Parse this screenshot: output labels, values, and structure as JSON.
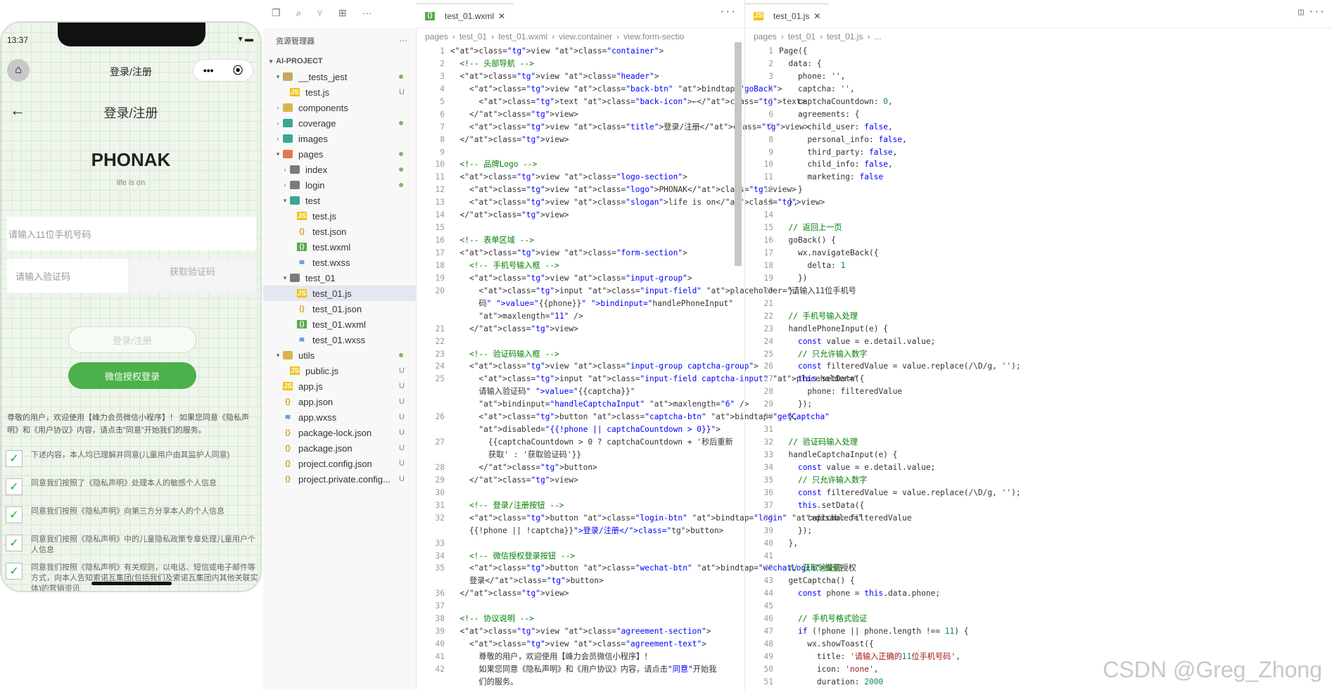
{
  "phone": {
    "time": "13:37",
    "nav_title": "登录/注册",
    "capsule_more": "•••",
    "capsule_close": "⦿",
    "back": "←",
    "page_title": "登录/注册",
    "logo": "PHONAK",
    "slogan": "life is on",
    "phone_placeholder": "请输入11位手机号码",
    "captcha_placeholder": "请输入验证码",
    "captcha_btn": "获取验证码",
    "login_btn": "登录/注册",
    "wechat_btn": "微信授权登录",
    "agreement": "尊敬的用户，欢迎使用【峰力会员微信小程序】！ 如果您同意《隐私声明》和《用户协议》内容，请点击\"同意\"开始我们的服务。",
    "items": [
      "下述内容，本人均已理解并同意(儿童用户由其监护人同意)",
      "同意我们按照了《隐私声明》处理本人的敏感个人信息",
      "同意我们按照《隐私声明》向第三方分享本人的个人信息",
      "同意我们按照《隐私声明》中的儿童隐私政策专章处理儿童用户个人信息",
      "同意我们按照《隐私声明》有关规则，以电话、短信或电子邮件等方式，向本人告知索诺瓦集团(包括我们及索诺瓦集团内其他关联实体)的营销资讯"
    ]
  },
  "explorer": {
    "title": "资源管理器",
    "more": "···",
    "project": "AI-PROJECT",
    "rows": [
      {
        "name": "__tests_jest",
        "type": "fold",
        "tw": "▾",
        "indent": 1,
        "stat": "dot"
      },
      {
        "name": "test.js",
        "type": "js",
        "tw": "",
        "indent": 2,
        "stat": "U"
      },
      {
        "name": "components",
        "type": "fold y",
        "tw": "›",
        "indent": 1,
        "stat": ""
      },
      {
        "name": "coverage",
        "type": "fold t",
        "tw": "›",
        "indent": 1,
        "stat": "dot"
      },
      {
        "name": "images",
        "type": "fold t",
        "tw": "›",
        "indent": 1,
        "stat": ""
      },
      {
        "name": "pages",
        "type": "fold o",
        "tw": "▾",
        "indent": 1,
        "stat": "dot"
      },
      {
        "name": "index",
        "type": "fold g",
        "tw": "›",
        "indent": 2,
        "stat": "dot"
      },
      {
        "name": "login",
        "type": "fold g",
        "tw": "›",
        "indent": 2,
        "stat": "dot"
      },
      {
        "name": "test",
        "type": "fold t",
        "tw": "▾",
        "indent": 2,
        "stat": ""
      },
      {
        "name": "test.js",
        "type": "js",
        "tw": "",
        "indent": 3,
        "stat": ""
      },
      {
        "name": "test.json",
        "type": "json",
        "tw": "",
        "indent": 3,
        "stat": ""
      },
      {
        "name": "test.wxml",
        "type": "wxml",
        "tw": "",
        "indent": 3,
        "stat": ""
      },
      {
        "name": "test.wxss",
        "type": "wxss",
        "tw": "",
        "indent": 3,
        "stat": ""
      },
      {
        "name": "test_01",
        "type": "fold g",
        "tw": "▾",
        "indent": 2,
        "stat": ""
      },
      {
        "name": "test_01.js",
        "type": "js",
        "tw": "",
        "indent": 3,
        "stat": "",
        "sel": true
      },
      {
        "name": "test_01.json",
        "type": "json",
        "tw": "",
        "indent": 3,
        "stat": ""
      },
      {
        "name": "test_01.wxml",
        "type": "wxml",
        "tw": "",
        "indent": 3,
        "stat": ""
      },
      {
        "name": "test_01.wxss",
        "type": "wxss",
        "tw": "",
        "indent": 3,
        "stat": ""
      },
      {
        "name": "utils",
        "type": "fold y",
        "tw": "▾",
        "indent": 1,
        "stat": "dot"
      },
      {
        "name": "public.js",
        "type": "js",
        "tw": "",
        "indent": 2,
        "stat": "U"
      },
      {
        "name": "app.js",
        "type": "js",
        "tw": "",
        "indent": 1,
        "stat": "U"
      },
      {
        "name": "app.json",
        "type": "json",
        "tw": "",
        "indent": 1,
        "stat": "U"
      },
      {
        "name": "app.wxss",
        "type": "wxss",
        "tw": "",
        "indent": 1,
        "stat": "U"
      },
      {
        "name": "package-lock.json",
        "type": "json",
        "tw": "",
        "indent": 1,
        "stat": "U"
      },
      {
        "name": "package.json",
        "type": "json",
        "tw": "",
        "indent": 1,
        "stat": "U"
      },
      {
        "name": "project.config.json",
        "type": "json",
        "tw": "",
        "indent": 1,
        "stat": "U"
      },
      {
        "name": "project.private.config...",
        "type": "json",
        "tw": "",
        "indent": 1,
        "stat": "U"
      }
    ]
  },
  "wxml_editor": {
    "tab": "test_01.wxml",
    "crumbs": [
      "pages",
      "test_01",
      "test_01.wxml",
      "view.container",
      "view.form-sectio"
    ],
    "lines": [
      [
        "1",
        "<view class=\"container\">"
      ],
      [
        "2",
        "  <!-- 头部导航 -->"
      ],
      [
        "3",
        "  <view class=\"header\">"
      ],
      [
        "4",
        "    <view class=\"back-btn\" bindtap=\"goBack\">"
      ],
      [
        "5",
        "      <text class=\"back-icon\">←</text>"
      ],
      [
        "6",
        "    </view>"
      ],
      [
        "7",
        "    <view class=\"title\">登录/注册</view>"
      ],
      [
        "8",
        "  </view>"
      ],
      [
        "9",
        ""
      ],
      [
        "10",
        "  <!-- 品牌Logo -->"
      ],
      [
        "11",
        "  <view class=\"logo-section\">"
      ],
      [
        "12",
        "    <view class=\"logo\">PHONAK</view>"
      ],
      [
        "13",
        "    <view class=\"slogan\">life is on</view>"
      ],
      [
        "14",
        "  </view>"
      ],
      [
        "15",
        ""
      ],
      [
        "16",
        "  <!-- 表单区域 -->"
      ],
      [
        "17",
        "  <view class=\"form-section\">"
      ],
      [
        "18",
        "    <!-- 手机号输入框 -->"
      ],
      [
        "19",
        "    <view class=\"input-group\">"
      ],
      [
        "20",
        "      <input class=\"input-field\" placeholder=\"请输入11位手机号"
      ],
      [
        "",
        "      码\" value=\"{{phone}}\" bindinput=\"handlePhoneInput\""
      ],
      [
        "",
        "      maxlength=\"11\" />"
      ],
      [
        "21",
        "    </view>"
      ],
      [
        "22",
        ""
      ],
      [
        "23",
        "    <!-- 验证码输入框 -->"
      ],
      [
        "24",
        "    <view class=\"input-group captcha-group\">"
      ],
      [
        "25",
        "      <input class=\"input-field captcha-input\" placeholder=\""
      ],
      [
        "",
        "      请输入验证码\" value=\"{{captcha}}\""
      ],
      [
        "",
        "      bindinput=\"handleCaptchaInput\" maxlength=\"6\" />"
      ],
      [
        "26",
        "      <button class=\"captcha-btn\" bindtap=\"getCaptcha\""
      ],
      [
        "",
        "      disabled=\"{{!phone || captchaCountdown > 0}}\">"
      ],
      [
        "27",
        "        {{captchaCountdown > 0 ? captchaCountdown + '秒后重新"
      ],
      [
        "",
        "        获取' : '获取验证码'}}"
      ],
      [
        "28",
        "      </button>"
      ],
      [
        "29",
        "    </view>"
      ],
      [
        "30",
        ""
      ],
      [
        "31",
        "    <!-- 登录/注册按钮 -->"
      ],
      [
        "32",
        "    <button class=\"login-btn\" bindtap=\"login\" disabled=\""
      ],
      [
        "",
        "    {{!phone || !captcha}}\">登录/注册</button>"
      ],
      [
        "33",
        ""
      ],
      [
        "34",
        "    <!-- 微信授权登录按钮 -->"
      ],
      [
        "35",
        "    <button class=\"wechat-btn\" bindtap=\"wechatLogin\">微信授权"
      ],
      [
        "",
        "    登录</button>"
      ],
      [
        "36",
        "  </view>"
      ],
      [
        "37",
        ""
      ],
      [
        "38",
        "  <!-- 协议说明 -->"
      ],
      [
        "39",
        "  <view class=\"agreement-section\">"
      ],
      [
        "40",
        "    <view class=\"agreement-text\">"
      ],
      [
        "41",
        "      尊敬的用户，欢迎使用【峰力会员微信小程序】！"
      ],
      [
        "42",
        "      如果您同意《隐私声明》和《用户协议》内容，请点击\"同意\"开始我"
      ],
      [
        "",
        "      们的服务。"
      ]
    ]
  },
  "js_editor": {
    "tab": "test_01.js",
    "crumbs": [
      "pages",
      "test_01",
      "test_01.js",
      "..."
    ],
    "lines": [
      [
        "1",
        "Page({"
      ],
      [
        "2",
        "  data: {"
      ],
      [
        "3",
        "    phone: '',"
      ],
      [
        "4",
        "    captcha: '',"
      ],
      [
        "5",
        "    captchaCountdown: 0,"
      ],
      [
        "6",
        "    agreements: {"
      ],
      [
        "7",
        "      child_user: false,"
      ],
      [
        "8",
        "      personal_info: false,"
      ],
      [
        "9",
        "      third_party: false,"
      ],
      [
        "10",
        "      child_info: false,"
      ],
      [
        "11",
        "      marketing: false"
      ],
      [
        "12",
        "    }"
      ],
      [
        "13",
        "  },"
      ],
      [
        "14",
        ""
      ],
      [
        "15",
        "  // 返回上一页"
      ],
      [
        "16",
        "  goBack() {"
      ],
      [
        "17",
        "    wx.navigateBack({"
      ],
      [
        "18",
        "      delta: 1"
      ],
      [
        "19",
        "    })"
      ],
      [
        "20",
        "  },"
      ],
      [
        "21",
        ""
      ],
      [
        "22",
        "  // 手机号输入处理"
      ],
      [
        "23",
        "  handlePhoneInput(e) {"
      ],
      [
        "24",
        "    const value = e.detail.value;"
      ],
      [
        "25",
        "    // 只允许输入数字"
      ],
      [
        "26",
        "    const filteredValue = value.replace(/\\D/g, '');"
      ],
      [
        "27",
        "    this.setData({"
      ],
      [
        "28",
        "      phone: filteredValue"
      ],
      [
        "29",
        "    });"
      ],
      [
        "30",
        "  },"
      ],
      [
        "31",
        ""
      ],
      [
        "32",
        "  // 验证码输入处理"
      ],
      [
        "33",
        "  handleCaptchaInput(e) {"
      ],
      [
        "34",
        "    const value = e.detail.value;"
      ],
      [
        "35",
        "    // 只允许输入数字"
      ],
      [
        "36",
        "    const filteredValue = value.replace(/\\D/g, '');"
      ],
      [
        "37",
        "    this.setData({"
      ],
      [
        "38",
        "      captcha: filteredValue"
      ],
      [
        "39",
        "    });"
      ],
      [
        "40",
        "  },"
      ],
      [
        "41",
        ""
      ],
      [
        "42",
        "  // 获取验证码"
      ],
      [
        "43",
        "  getCaptcha() {"
      ],
      [
        "44",
        "    const phone = this.data.phone;"
      ],
      [
        "45",
        ""
      ],
      [
        "46",
        "    // 手机号格式验证"
      ],
      [
        "47",
        "    if (!phone || phone.length !== 11) {"
      ],
      [
        "48",
        "      wx.showToast({"
      ],
      [
        "49",
        "        title: '请输入正确的11位手机号码',"
      ],
      [
        "50",
        "        icon: 'none',"
      ],
      [
        "51",
        "        duration: 2000"
      ]
    ]
  },
  "watermark": "CSDN @Greg_Zhong"
}
